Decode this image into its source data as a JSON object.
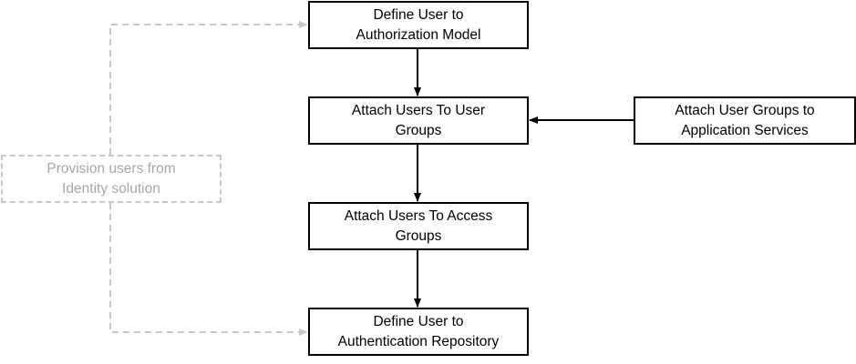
{
  "diagram": {
    "nodes": {
      "define_authorization": {
        "line1": "Define User to",
        "line2": "Authorization Model"
      },
      "attach_user_groups": {
        "line1": "Attach Users To User",
        "line2": "Groups"
      },
      "attach_access_groups": {
        "line1": "Attach Users To Access",
        "line2": "Groups"
      },
      "define_authentication": {
        "line1": "Define User to",
        "line2": "Authentication Repository"
      },
      "attach_application_services": {
        "line1": "Attach User Groups to",
        "line2": "Application Services"
      },
      "provision_users": {
        "line1": "Provision users from",
        "line2": "Identity solution"
      }
    },
    "colors": {
      "primary_stroke": "#000000",
      "optional_stroke": "#c8c8c8",
      "optional_text": "#a6a6a6"
    }
  }
}
